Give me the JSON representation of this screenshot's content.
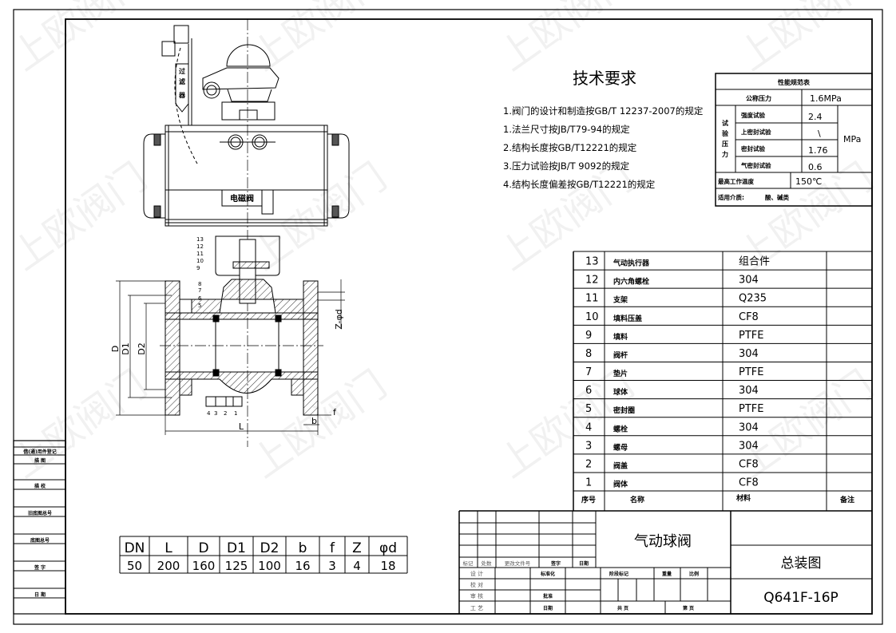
{
  "watermark": "上欧阀门",
  "tech_requirements": {
    "title": "技术要求",
    "items": [
      "1.阀门的设计和制造按GB/T 12237-2007的规定",
      "1.法兰尺寸按JB/T79-94的规定",
      "2.结构长度按GB/T12221的规定",
      "3.压力试验按JB/T 9092的规定",
      "4.结构长度偏差按GB/T12221的规定"
    ]
  },
  "performance_table": {
    "title": "性能规范表",
    "nominal_pressure_label": "公称压力",
    "nominal_pressure_value": "1.6MPa",
    "test_pressure_label": [
      "试",
      "验",
      "压",
      "力"
    ],
    "tests": [
      {
        "label": "强度试验",
        "value": "2.4"
      },
      {
        "label": "上密封试验",
        "value": "\\"
      },
      {
        "label": "密封试验",
        "value": "1.76"
      },
      {
        "label": "气密封试验",
        "value": "0.6"
      }
    ],
    "unit": "MPa",
    "max_temp_label": "最高工作温度",
    "max_temp_value": "150℃",
    "medium_label": "适用介质:",
    "medium_value": "酸、碱类"
  },
  "drawing_labels": {
    "filter": [
      "过",
      "滤",
      "器"
    ],
    "solenoid": "电磁阀",
    "part_callouts": [
      "13",
      "12",
      "11",
      "10",
      "9",
      "8",
      "7",
      "6",
      "5",
      "4",
      "3",
      "2",
      "1"
    ],
    "dims": {
      "D": "D",
      "D1": "D1",
      "D2": "D2",
      "L": "L",
      "b": "b",
      "f": "f",
      "Z": "Z-φd"
    }
  },
  "parts_list": {
    "headers": {
      "no": "序号",
      "name": "名称",
      "material": "材料",
      "note": "备注"
    },
    "rows": [
      {
        "no": "13",
        "name": "气动执行器",
        "material": "组合件"
      },
      {
        "no": "12",
        "name": "内六角螺栓",
        "material": "304"
      },
      {
        "no": "11",
        "name": "支架",
        "material": "Q235"
      },
      {
        "no": "10",
        "name": "填料压盖",
        "material": "CF8"
      },
      {
        "no": "9",
        "name": "填料",
        "material": "PTFE"
      },
      {
        "no": "8",
        "name": "阀杆",
        "material": "304"
      },
      {
        "no": "7",
        "name": "垫片",
        "material": "PTFE"
      },
      {
        "no": "6",
        "name": "球体",
        "material": "304"
      },
      {
        "no": "5",
        "name": "密封圈",
        "material": "PTFE"
      },
      {
        "no": "4",
        "name": "螺栓",
        "material": "304"
      },
      {
        "no": "3",
        "name": "螺母",
        "material": "304"
      },
      {
        "no": "2",
        "name": "阀盖",
        "material": "CF8"
      },
      {
        "no": "1",
        "name": "阀体",
        "material": "CF8"
      }
    ]
  },
  "dimension_table": {
    "headers": [
      "DN",
      "L",
      "D",
      "D1",
      "D2",
      "b",
      "f",
      "Z",
      "φd"
    ],
    "values": [
      "50",
      "200",
      "160",
      "125",
      "100",
      "16",
      "3",
      "4",
      "18"
    ]
  },
  "title_block": {
    "product_name": "气动球阀",
    "drawing_name": "总装图",
    "model": "Q641F-16P",
    "revision_headers": [
      "标记",
      "处数",
      "更改文件号",
      "签字",
      "日期"
    ],
    "roles": [
      "设 计",
      "校 对",
      "审 核",
      "工 艺"
    ],
    "role_mid_labels": [
      "标准化",
      "",
      "批准",
      "日期"
    ],
    "stage_headers": [
      "阶段标记",
      "重量",
      "比例"
    ],
    "sheet_total": "共  页",
    "sheet_no": "第  页"
  },
  "side_strip": [
    "借(通)用件登记",
    "描  图",
    "描  校",
    "旧底图总号",
    "底图总号",
    "签  字",
    "日  期"
  ]
}
